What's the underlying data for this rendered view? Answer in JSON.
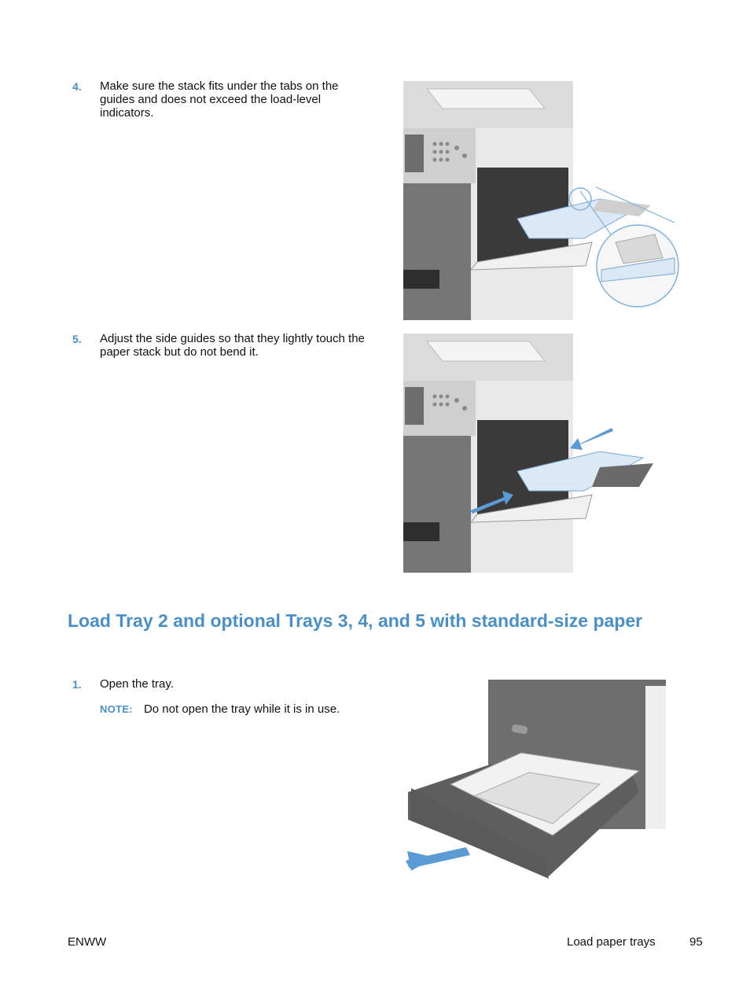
{
  "steps": [
    {
      "number": "4.",
      "text": "Make sure the stack fits under the tabs on the guides and does not exceed the load-level indicators."
    },
    {
      "number": "5.",
      "text": "Adjust the side guides so that they lightly touch the paper stack but do not bend it."
    }
  ],
  "section": {
    "heading": "Load Tray 2 and optional Trays 3, 4, and 5 with standard-size paper",
    "steps": [
      {
        "number": "1.",
        "text": "Open the tray.",
        "note_label": "NOTE:",
        "note_text": "Do not open the tray while it is in use."
      }
    ]
  },
  "footer": {
    "left": "ENWW",
    "section_name": "Load paper trays",
    "page_number": "95"
  },
  "colors": {
    "accent": "#4a90c8",
    "printer_body": "#e9e9e9",
    "printer_dark": "#555555",
    "arrow": "#5b9bd5",
    "paper": "#dbe8f6"
  }
}
